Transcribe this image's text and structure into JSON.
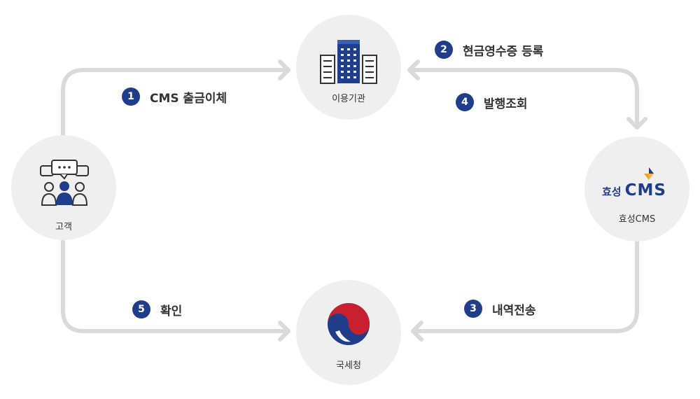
{
  "nodes": {
    "customer": {
      "label": "고객",
      "icon": "customers-chat-icon"
    },
    "institution": {
      "label": "이용기관",
      "icon": "building-icon"
    },
    "hyosung": {
      "label": "효성CMS",
      "icon": "hyosung-cms-logo",
      "logo_ko": "효성",
      "logo_en": "CMS"
    },
    "nts": {
      "label": "국세청",
      "icon": "government-emblem-icon"
    }
  },
  "steps": [
    {
      "num": "1",
      "text": "CMS 출금이체"
    },
    {
      "num": "2",
      "text": "현금영수증 등록"
    },
    {
      "num": "3",
      "text": "내역전송"
    },
    {
      "num": "4",
      "text": "발행조회"
    },
    {
      "num": "5",
      "text": "확인"
    }
  ],
  "colors": {
    "accent": "#1f3d8a",
    "arrow": "#d9d9d9",
    "node_bg": "#efefef"
  }
}
